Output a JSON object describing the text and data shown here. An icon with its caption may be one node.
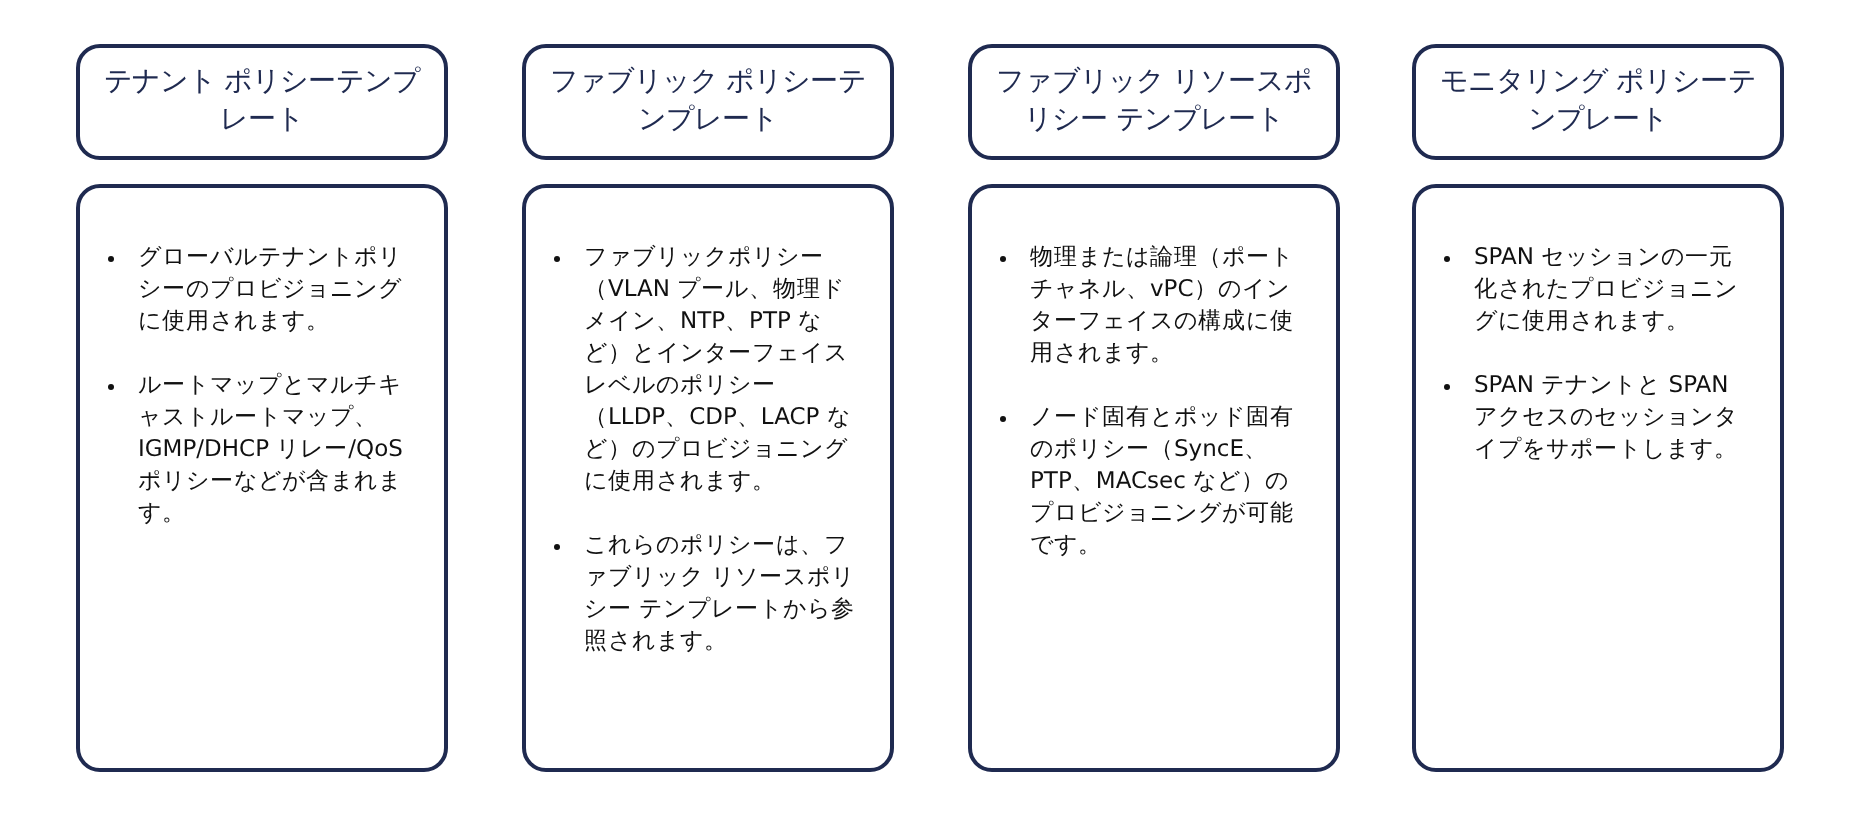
{
  "diagram": {
    "nodes": [
      {
        "text": [
          "テナント ポリシーテンプレート"
        ]
      },
      {
        "text": [
          "ファブリック ポリシーテンプレート"
        ]
      },
      {
        "text": [
          "ファブリック リソースポリシー テンプレート"
        ]
      },
      {
        "text": [
          "モニタリング ポリシーテンプレート"
        ]
      },
      {
        "text": [
          "グローバルテナントポリシーのプロビジョニングに使用されます。",
          "ルートマップとマルチキャストルートマップ、IGMP/DHCP リレー/QoS ポリシーなどが含まれます。"
        ]
      },
      {
        "text": [
          "ファブリックポリシー（VLAN プール、物理ドメイン、NTP、PTP など）とインターフェイスレベルのポリシー（LLDP、CDP、LACP など）のプロビジョニングに使用されます。",
          "これらのポリシーは、ファブリック リソースポリシー テンプレートから参照されます。"
        ]
      },
      {
        "text": [
          "物理または論理（ポートチャネル、vPC）のインターフェイスの構成に使用されます。",
          "ノード固有とポッド固有のポリシー（SyncE、PTP、MACsec など）のプロビジョニングが可能です。"
        ]
      },
      {
        "text": [
          "SPAN セッションの一元化されたプロビジョニングに使用されます。",
          "SPAN テナントと SPAN アクセスのセッションタイプをサポートします。"
        ]
      }
    ],
    "edges": []
  }
}
